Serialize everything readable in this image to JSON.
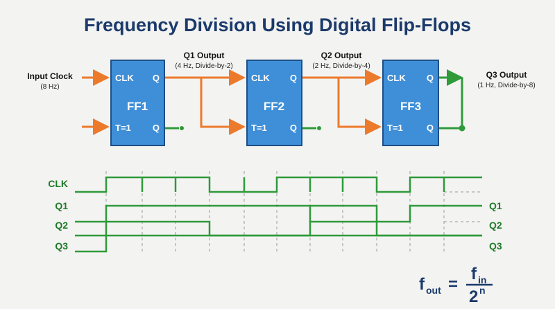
{
  "title": "Frequency Division Using Digital Flip-Flops",
  "input": {
    "label": "Input Clock",
    "sub": "(8 Hz)"
  },
  "flipflops": [
    {
      "name": "FF1",
      "clk": "CLK",
      "t": "T=1",
      "q_top": "Q",
      "q_bot": "Q"
    },
    {
      "name": "FF2",
      "clk": "CLK",
      "t": "T=1",
      "q_top": "Q",
      "q_bot": "Q"
    },
    {
      "name": "FF3",
      "clk": "CLK",
      "t": "T=1",
      "q_top": "Q",
      "q_bot": "Q"
    }
  ],
  "outputs": [
    {
      "label": "Q1 Output",
      "sub": "(4 Hz, Divide-by-2)"
    },
    {
      "label": "Q2 Output",
      "sub": "(2 Hz, Divide-by-4)"
    },
    {
      "label": "Q3 Output",
      "sub": "(1 Hz, Divide-by-8)"
    }
  ],
  "timing": {
    "left_labels": [
      "CLK",
      "Q1",
      "Q2",
      "Q3"
    ],
    "right_labels": [
      "Q1",
      "Q2",
      "Q3"
    ]
  },
  "formula": {
    "lhs": "f",
    "lhs_sub": "out",
    "eq": "=",
    "num": "f",
    "num_sub": "in",
    "den": "2",
    "den_sup": "n"
  },
  "colors": {
    "title": "#1b3a6b",
    "ff_fill": "#3f8fd8",
    "orange": "#ec7a2c",
    "green": "#2e9a3a",
    "grid": "#9a9a9a"
  }
}
